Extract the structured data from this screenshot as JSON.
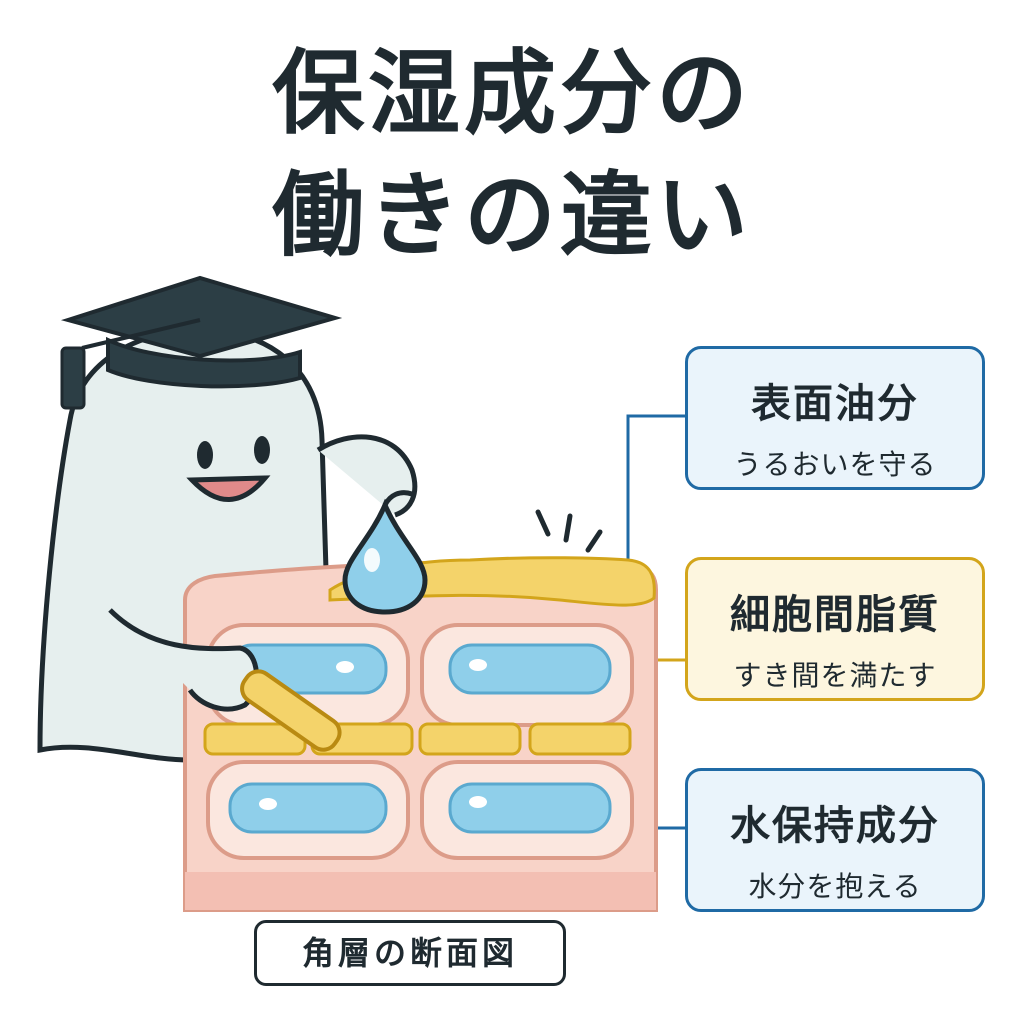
{
  "title": {
    "line1": "保湿成分の",
    "line2": "働きの違い"
  },
  "callouts": [
    {
      "title": "表面油分",
      "subtitle": "うるおいを守る",
      "color": "#1f6aa5"
    },
    {
      "title": "細胞間脂質",
      "subtitle": "すき間を満たす",
      "color": "#d3a51b"
    },
    {
      "title": "水保持成分",
      "subtitle": "水分を抱える",
      "color": "#1f6aa5"
    }
  ],
  "caption": "角層の断面図",
  "colors": {
    "skin": "#f8d3c8",
    "cell_border": "#dc9c89",
    "lipid": "#f4d36a",
    "water": "#8fcfea",
    "character": "#e6efee",
    "ink": "#1f2a30"
  },
  "icons": [
    "graduation-cap-icon",
    "water-drop-icon",
    "sparkle-icon",
    "lipid-stick-icon"
  ]
}
